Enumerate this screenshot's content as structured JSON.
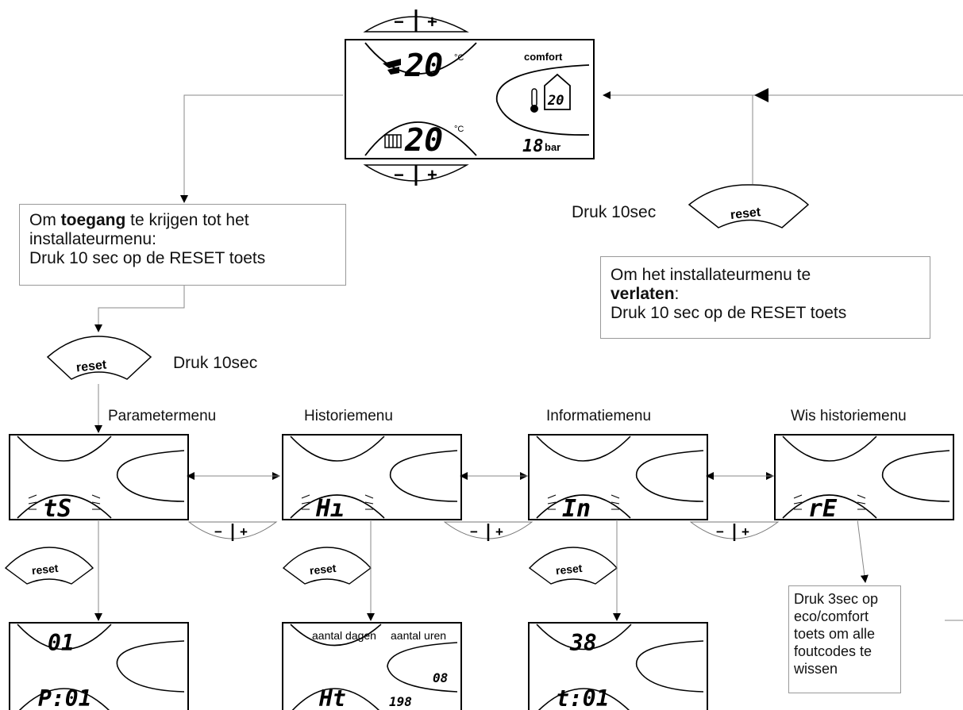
{
  "main_display": {
    "dhw_temp": "20",
    "dhw_unit": "°C",
    "ch_temp": "20",
    "ch_unit": "°C",
    "mode": "comfort",
    "room_temp": "20",
    "pressure": "18",
    "pressure_unit": "bar"
  },
  "buttons": {
    "minus": "−",
    "plus": "+",
    "reset": "reset"
  },
  "access_note": {
    "line1_pre": "Om ",
    "line1_bold": "toegang",
    "line1_post": " te krijgen tot het installateurmenu:",
    "line2": "Druk 10 sec op de RESET toets"
  },
  "exit_note": {
    "line1": "Om het installateurmenu te",
    "line2_bold": "verlaten",
    "line2_post": ":",
    "line3": "Druk 10 sec op de RESET toets"
  },
  "press_10sec": "Druk 10sec",
  "menus": [
    {
      "title": "Parametermenu",
      "code": "tS"
    },
    {
      "title": "Historiemenu",
      "code": "Hı"
    },
    {
      "title": "Informatiemenu",
      "code": "In"
    },
    {
      "title": "Wis historiemenu",
      "code": "rE"
    }
  ],
  "sub_displays": {
    "param": {
      "top": "01",
      "bottom": "P:01"
    },
    "history": {
      "top_left": "aantal dagen",
      "top_right": "aantal uren",
      "hours": "08",
      "days": "198",
      "code": "Ht"
    },
    "info": {
      "top": "38",
      "bottom": "t:01"
    }
  },
  "clear_note": "Druk 3sec op eco/comfort toets om alle foutcodes te wissen"
}
